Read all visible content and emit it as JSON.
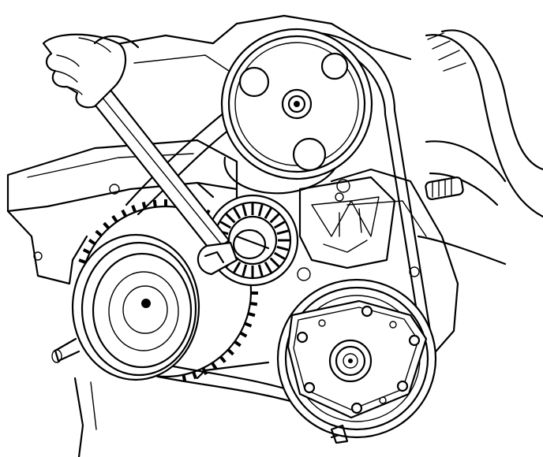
{
  "colors": {
    "ink": "#000000",
    "paper": "#ffffff"
  },
  "pulleys": {
    "power_steering": {
      "spokes_holes": 3
    },
    "idler_tensioner": {
      "rib_count": 24
    },
    "ac_compressor": {
      "bolt_holes": 6
    }
  }
}
